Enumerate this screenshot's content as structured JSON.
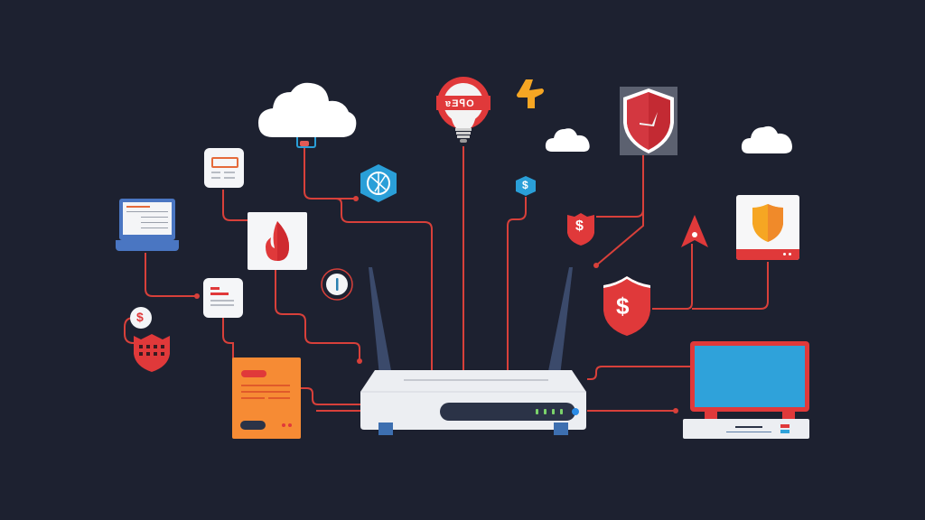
{
  "scene": {
    "title": "Network router connected to cloud, security and device icons",
    "background": "#1d2130",
    "wire_color": "#d8403a"
  },
  "colors": {
    "red": "#e0393a",
    "dark_red": "#b8232c",
    "orange": "#f68b34",
    "yellow": "#f6a623",
    "blue": "#2a9fd8",
    "laptop_blue": "#4a76c2",
    "router_white": "#eceef2",
    "router_panel": "#2b3347",
    "led_green": "#7bd36b",
    "led_blue": "#2b8be6",
    "antenna": "#3b4a6b"
  },
  "bulb": {
    "label": "ɐƎꟼO",
    "icon": "lightbulb-icon"
  },
  "shield_badges": [
    {
      "symbol": "$",
      "icon": "dollar-shield-icon"
    },
    {
      "symbol": "$",
      "icon": "dollar-shield-icon"
    },
    {
      "symbol": "$",
      "icon": "dollar-badge-icon"
    },
    {
      "symbol": "$",
      "icon": "dollar-circle-icon"
    }
  ],
  "router": {
    "leds": 4,
    "power_led": "on"
  },
  "devices": {
    "laptop": "laptop-icon",
    "monitor": "desktop-monitor-icon",
    "server": "server-card-icon"
  }
}
